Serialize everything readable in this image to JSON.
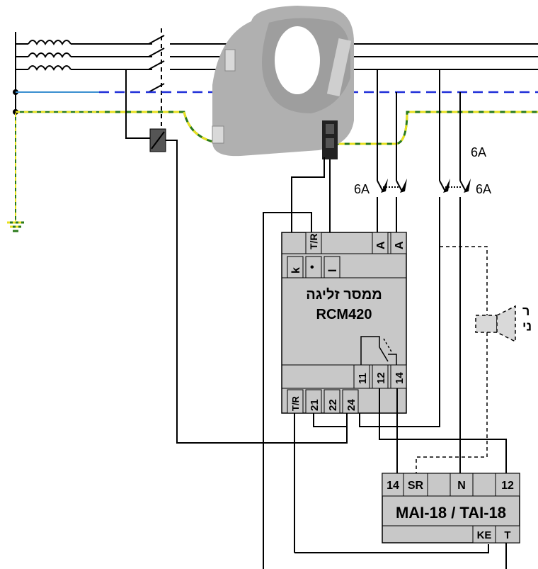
{
  "breakers": {
    "label_top": "6A",
    "label_left": "6A",
    "label_right": "6A"
  },
  "rcm": {
    "title_hebrew": "ממסר זליגה",
    "model": "RCM420",
    "top_terminals": [
      "k",
      "T/R",
      "•",
      "l",
      "A",
      "A"
    ],
    "relay_terminals": [
      "11",
      "12",
      "14"
    ],
    "bottom_terminals": [
      "T/R",
      "21",
      "22",
      "24"
    ]
  },
  "mai": {
    "model": "MAI-18 / TAI-18",
    "top_terminals": [
      "14",
      "SR",
      "N",
      "12"
    ],
    "bottom_terminals": [
      "KE",
      "T"
    ]
  },
  "horn": {
    "label_partial": "ר\nני"
  },
  "colors": {
    "wire": "#000000",
    "neutral": "#1f2fd8",
    "earth_yellow": "#e8e020",
    "earth_green": "#2a7a1a",
    "earth_blue": "#3a8fd0",
    "device_fill": "#c8c8c8",
    "transformer": "#a8a8a8"
  }
}
